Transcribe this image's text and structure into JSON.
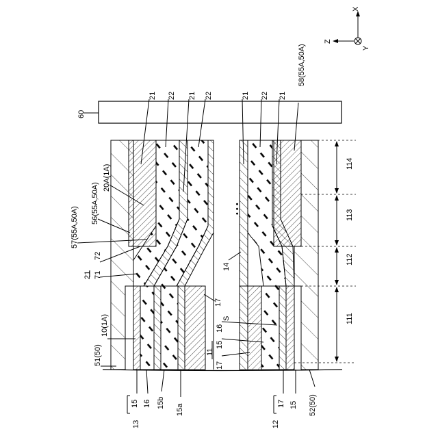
{
  "axes": {
    "x": "X",
    "z": "Z",
    "y": "Y"
  },
  "labels": {
    "l60": "60",
    "l21a": "21",
    "l22a": "22",
    "l21b": "21",
    "l22b": "22",
    "l21c": "21",
    "l22c": "22",
    "l21d": "21",
    "l58": "58(55A,50A)",
    "l20a": "20A(1A)",
    "l56": "56(55A,50A)",
    "l57": "57(55A,50A)",
    "l21f": "21",
    "l71": "71",
    "l72": "72",
    "l14": "14",
    "l10": "10(1A)",
    "l51": "51(50)",
    "l52": "52(50)",
    "l17": "17",
    "lS": "S",
    "l11": "11",
    "l17b": "17",
    "l15b": "15",
    "l16b": "16",
    "l114": "114",
    "l113": "113",
    "l112": "112",
    "l111": "111",
    "l15": "15",
    "l16": "16",
    "l15bb": "15b",
    "l15a": "15a",
    "l13": "13",
    "l12": "12",
    "l17c": "17",
    "l15c": "15",
    "dots": "• • •"
  }
}
